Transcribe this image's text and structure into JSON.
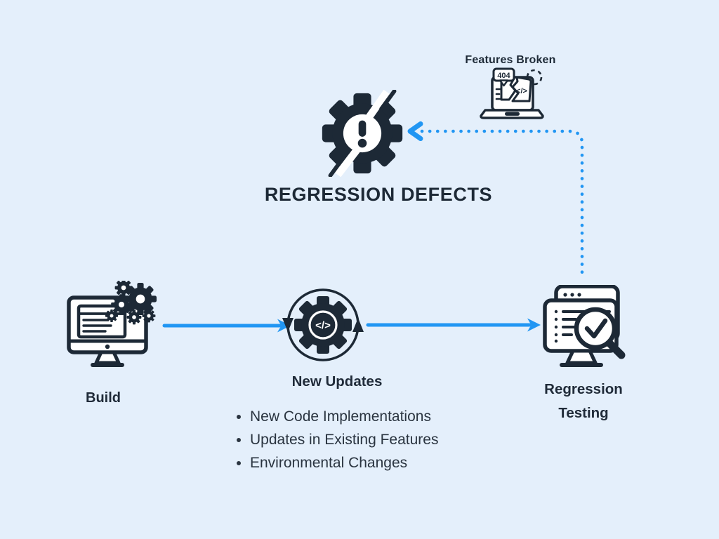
{
  "colors": {
    "background": "#e4effb",
    "ink": "#1d2936",
    "accent": "#2196f3",
    "white": "#ffffff"
  },
  "header": {
    "title": "REGRESSION DEFECTS",
    "features_broken_label": "Features Broken"
  },
  "flow": {
    "build_label": "Build",
    "new_updates_label": "New Updates",
    "regression_testing_line1": "Regression",
    "regression_testing_line2": "Testing"
  },
  "bullets": [
    "New Code Implementations",
    "Updates in Existing Features",
    "Environmental Changes"
  ],
  "icon_texts": {
    "error_code": "404",
    "code_symbol": "</>"
  },
  "icons": {
    "regression_defects": "gear-exclamation-bolt-icon",
    "features_broken": "broken-laptop-404-icon",
    "build": "monitor-with-gears-icon",
    "new_updates": "gear-code-refresh-icon",
    "regression_testing": "monitor-magnifier-check-icon"
  }
}
